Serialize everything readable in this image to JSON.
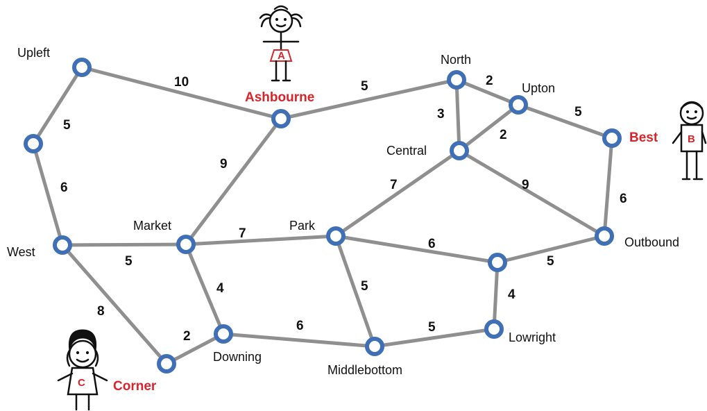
{
  "colors": {
    "edge": "#8f8f8f",
    "node_ring": "#3f6fb5",
    "highlight": "#d8242a",
    "text": "#111111"
  },
  "nodes": [
    {
      "id": "upleft",
      "label": "Upleft",
      "special": false
    },
    {
      "id": "ashbourne",
      "label": "Ashbourne",
      "special": true
    },
    {
      "id": "north",
      "label": "North",
      "special": false
    },
    {
      "id": "upton",
      "label": "Upton",
      "special": false
    },
    {
      "id": "best",
      "label": "Best",
      "special": true
    },
    {
      "id": "central",
      "label": "Central",
      "special": false
    },
    {
      "id": "leftmid",
      "label": "",
      "special": false
    },
    {
      "id": "west",
      "label": "West",
      "special": false
    },
    {
      "id": "market",
      "label": "Market",
      "special": false
    },
    {
      "id": "park",
      "label": "Park",
      "special": false
    },
    {
      "id": "outbound",
      "label": "Outbound",
      "special": false
    },
    {
      "id": "rightmid",
      "label": "",
      "special": false
    },
    {
      "id": "downing",
      "label": "Downing",
      "special": false
    },
    {
      "id": "corner",
      "label": "Corner",
      "special": true
    },
    {
      "id": "middlebottom",
      "label": "Middlebottom",
      "special": false
    },
    {
      "id": "lowright",
      "label": "Lowright",
      "special": false
    }
  ],
  "edges": [
    {
      "from": "upleft",
      "to": "ashbourne",
      "weight": "10"
    },
    {
      "from": "upleft",
      "to": "leftmid",
      "weight": "5"
    },
    {
      "from": "ashbourne",
      "to": "north",
      "weight": "5"
    },
    {
      "from": "north",
      "to": "upton",
      "weight": "2"
    },
    {
      "from": "north",
      "to": "central",
      "weight": "3"
    },
    {
      "from": "upton",
      "to": "central",
      "weight": "2"
    },
    {
      "from": "upton",
      "to": "best",
      "weight": "5"
    },
    {
      "from": "ashbourne",
      "to": "market",
      "weight": "9"
    },
    {
      "from": "central",
      "to": "park",
      "weight": "7"
    },
    {
      "from": "central",
      "to": "outbound",
      "weight": "9"
    },
    {
      "from": "best",
      "to": "outbound",
      "weight": "6"
    },
    {
      "from": "leftmid",
      "to": "west",
      "weight": "6"
    },
    {
      "from": "west",
      "to": "market",
      "weight": "5"
    },
    {
      "from": "market",
      "to": "park",
      "weight": "7"
    },
    {
      "from": "park",
      "to": "rightmid",
      "weight": "6"
    },
    {
      "from": "rightmid",
      "to": "outbound",
      "weight": "5"
    },
    {
      "from": "west",
      "to": "corner",
      "weight": "8"
    },
    {
      "from": "market",
      "to": "downing",
      "weight": "4"
    },
    {
      "from": "corner",
      "to": "downing",
      "weight": "2"
    },
    {
      "from": "downing",
      "to": "middlebottom",
      "weight": "6"
    },
    {
      "from": "park",
      "to": "middlebottom",
      "weight": "5"
    },
    {
      "from": "middlebottom",
      "to": "lowright",
      "weight": "5"
    },
    {
      "from": "rightmid",
      "to": "lowright",
      "weight": "4"
    }
  ],
  "figures": [
    {
      "id": "girl-a",
      "letter": "A"
    },
    {
      "id": "boy-b",
      "letter": "B"
    },
    {
      "id": "girl-c",
      "letter": "C"
    }
  ]
}
